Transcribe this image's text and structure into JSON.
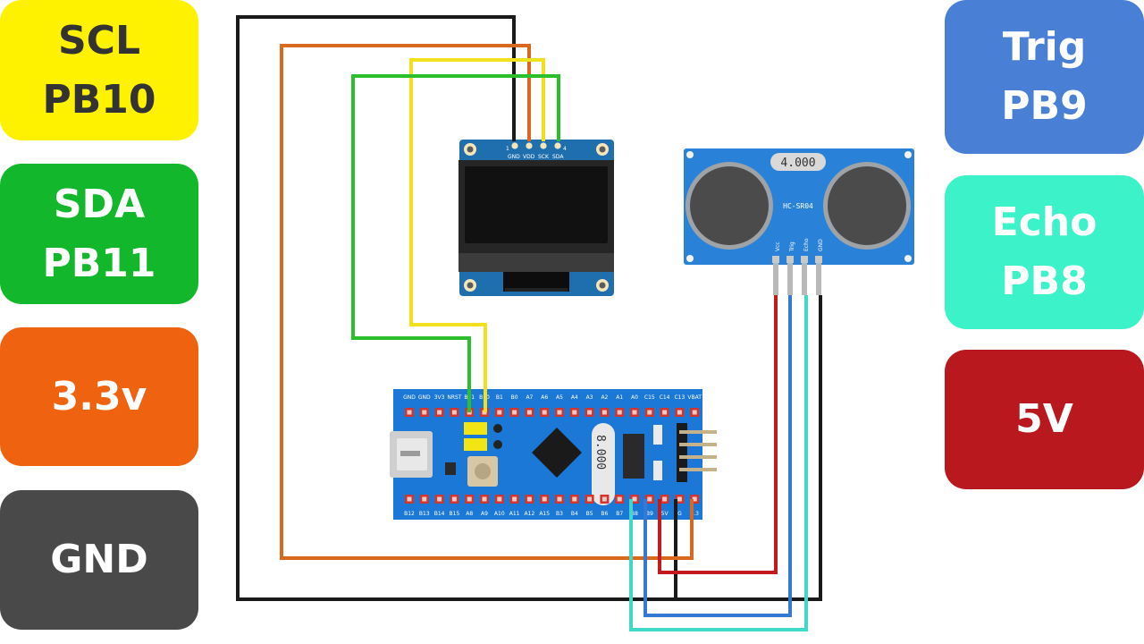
{
  "labels": {
    "scl": {
      "line1": "SCL",
      "line2": "PB10",
      "bg": "#fff200",
      "fg": "#333333"
    },
    "sda": {
      "line1": "SDA",
      "line2": "PB11",
      "bg": "#12b72b",
      "fg": "#ffffff"
    },
    "v33": {
      "line1": "3.3v",
      "bg": "#ef6210",
      "fg": "#ffffff"
    },
    "gnd": {
      "line1": "GND",
      "bg": "#494949",
      "fg": "#ffffff"
    },
    "trig": {
      "line1": "Trig",
      "line2": "PB9",
      "bg": "#4a7fd6",
      "fg": "#ffffff"
    },
    "echo": {
      "line1": "Echo",
      "line2": "PB8",
      "bg": "#3cf2c8",
      "fg": "#ffffff"
    },
    "v5": {
      "line1": "5V",
      "bg": "#b8181e",
      "fg": "#ffffff"
    }
  },
  "oled": {
    "pins": [
      "GND",
      "VDD",
      "SCK",
      "SDA"
    ],
    "pin_index_left": "1",
    "pin_index_right": "4"
  },
  "sensor": {
    "crystal": "4.000",
    "model": "HC-SR04",
    "pins": [
      "Vcc",
      "Trig",
      "Echo",
      "GND"
    ]
  },
  "mcu": {
    "top_pins": [
      "GND",
      "GND",
      "3V3",
      "NRST",
      "B11",
      "B10",
      "B1",
      "B0",
      "A7",
      "A6",
      "A5",
      "A4",
      "A3",
      "A2",
      "A1",
      "A0",
      "C15",
      "C14",
      "C13",
      "VBAT"
    ],
    "bottom_pins": [
      "B12",
      "B13",
      "B14",
      "B15",
      "A8",
      "A9",
      "A10",
      "A11",
      "A12",
      "A15",
      "B3",
      "B4",
      "B5",
      "B6",
      "B7",
      "B8",
      "B9",
      "5V",
      "G",
      "3.3"
    ],
    "crystal": "8.000"
  },
  "wire_colors": {
    "gnd": "#1a1a1a",
    "v33": "#d9691f",
    "scl": "#f0e01e",
    "sda": "#2bc02b",
    "v5": "#c51a1a",
    "trig": "#3579d4",
    "echo": "#3fd9c8"
  }
}
